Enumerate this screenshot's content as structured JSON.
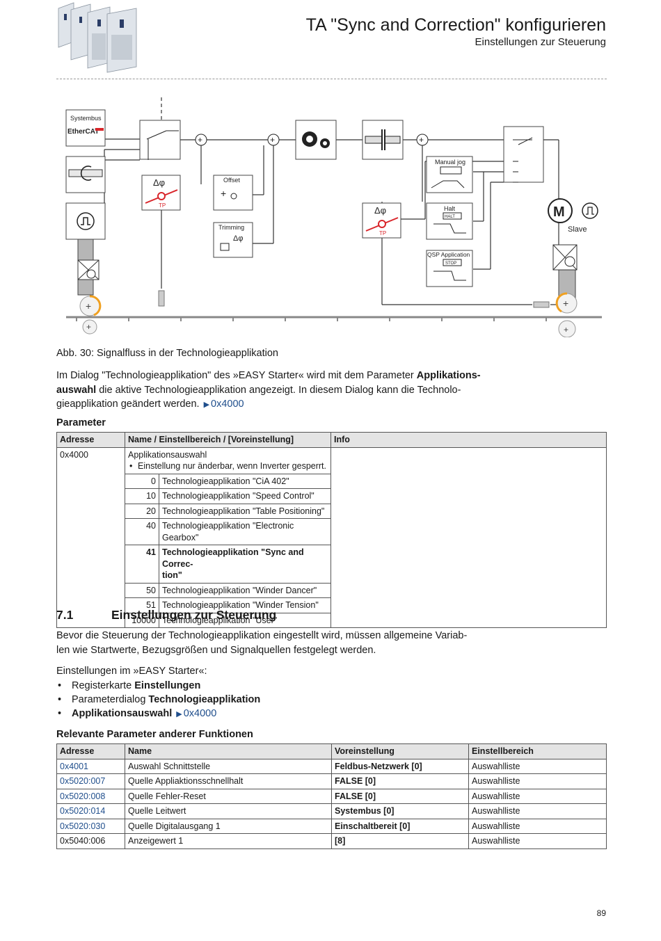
{
  "header": {
    "title": "TA \"Sync and Correction\" konfigurieren",
    "subtitle": "Einstellungen zur Steuerung"
  },
  "diagram": {
    "labels": {
      "systembus": "Systembus",
      "ethercat": "EtherCAT",
      "offset": "Offset",
      "trimming": "Trimming",
      "manual_jog": "Manual jog",
      "halt": "Halt",
      "halt_badge": "HALT",
      "qsp": "QSP Application",
      "stop_badge": "STOP",
      "motor": "M",
      "slave": "Slave",
      "delta_phi": "Δφ",
      "tp": "TP"
    }
  },
  "caption": "Abb. 30: Signalfluss in der Technologieapplikation",
  "intro": {
    "text_1": "Im Dialog \"Technologieapplikation\" des »EASY Starter« wird mit dem Parameter ",
    "bold_1": "Applikations-",
    "bold_2": "auswahl",
    "text_2": " die aktive Technologieapplikation angezeigt. In diesem Dialog kann die Technolo-",
    "text_3": "gieapplikation geändert werden.",
    "link": "0x4000"
  },
  "param_heading": "Parameter",
  "param_table": {
    "headers": [
      "Adresse",
      "Name / Einstellbereich / [Voreinstellung]",
      "Info"
    ],
    "address": "0x4000",
    "name": "Applikationsauswahl",
    "note": "Einstellung nur änderbar, wenn Inverter gesperrt.",
    "options": [
      {
        "value": "0",
        "label": "Technologieapplikation \"CiA 402\""
      },
      {
        "value": "10",
        "label": "Technologieapplikation \"Speed Control\""
      },
      {
        "value": "20",
        "label": "Technologieapplikation \"Table Positioning\""
      },
      {
        "value": "40",
        "label": "Technologieapplikation \"Electronic Gearbox\""
      },
      {
        "value": "41",
        "label": "Technologieapplikation \"Sync and Correc-",
        "label2": "tion\""
      },
      {
        "value": "50",
        "label": "Technologieapplikation \"Winder Dancer\""
      },
      {
        "value": "51",
        "label": "Technologieapplikation \"Winder Tension\""
      },
      {
        "value": "10000",
        "label": "Technologieapplikation \"User\""
      }
    ]
  },
  "section": {
    "number": "7.1",
    "title": "Einstellungen zur Steuerung",
    "para_1": "Bevor die Steuerung der Technologieapplikation eingestellt wird, müssen allgemeine Variab-",
    "para_2": "len wie Startwerte, Bezugsgrößen und Signalquellen festgelegt werden.",
    "settings_intro": "Einstellungen im »EASY Starter«:",
    "bullets": [
      {
        "prefix": "Registerkarte ",
        "bold": "Einstellungen"
      },
      {
        "prefix": "Parameterdialog ",
        "bold": "Technologieapplikation"
      },
      {
        "prefix": "",
        "bold": "Applikationsauswahl",
        "link": "0x4000"
      }
    ]
  },
  "rel_heading": "Relevante Parameter anderer Funktionen",
  "rel_table": {
    "headers": [
      "Adresse",
      "Name",
      "Voreinstellung",
      "Einstellbereich"
    ],
    "rows": [
      {
        "addr": "0x4001",
        "name": "Auswahl Schnittstelle",
        "default": "Feldbus-Netzwerk [0]",
        "range": "Auswahlliste"
      },
      {
        "addr": "0x5020:007",
        "name": "Quelle Appliaktionsschnellhalt",
        "default": "FALSE [0]",
        "range": "Auswahlliste"
      },
      {
        "addr": "0x5020:008",
        "name": "Quelle Fehler-Reset",
        "default": "FALSE [0]",
        "range": "Auswahlliste"
      },
      {
        "addr": "0x5020:014",
        "name": "Quelle Leitwert",
        "default": "Systembus [0]",
        "range": "Auswahlliste"
      },
      {
        "addr": "0x5020:030",
        "name": "Quelle Digitalausgang 1",
        "default": "Einschaltbereit [0]",
        "range": "Auswahlliste"
      },
      {
        "addr": "0x5040:006",
        "name": "Anzeigewert 1",
        "default": "[8]",
        "range": "Auswahlliste"
      }
    ]
  },
  "page_number": "89",
  "colors": {
    "link": "#1f4e8c",
    "accent_orange": "#f0a020",
    "accent_red": "#d9262b",
    "table_header": "#e4e4e4"
  }
}
